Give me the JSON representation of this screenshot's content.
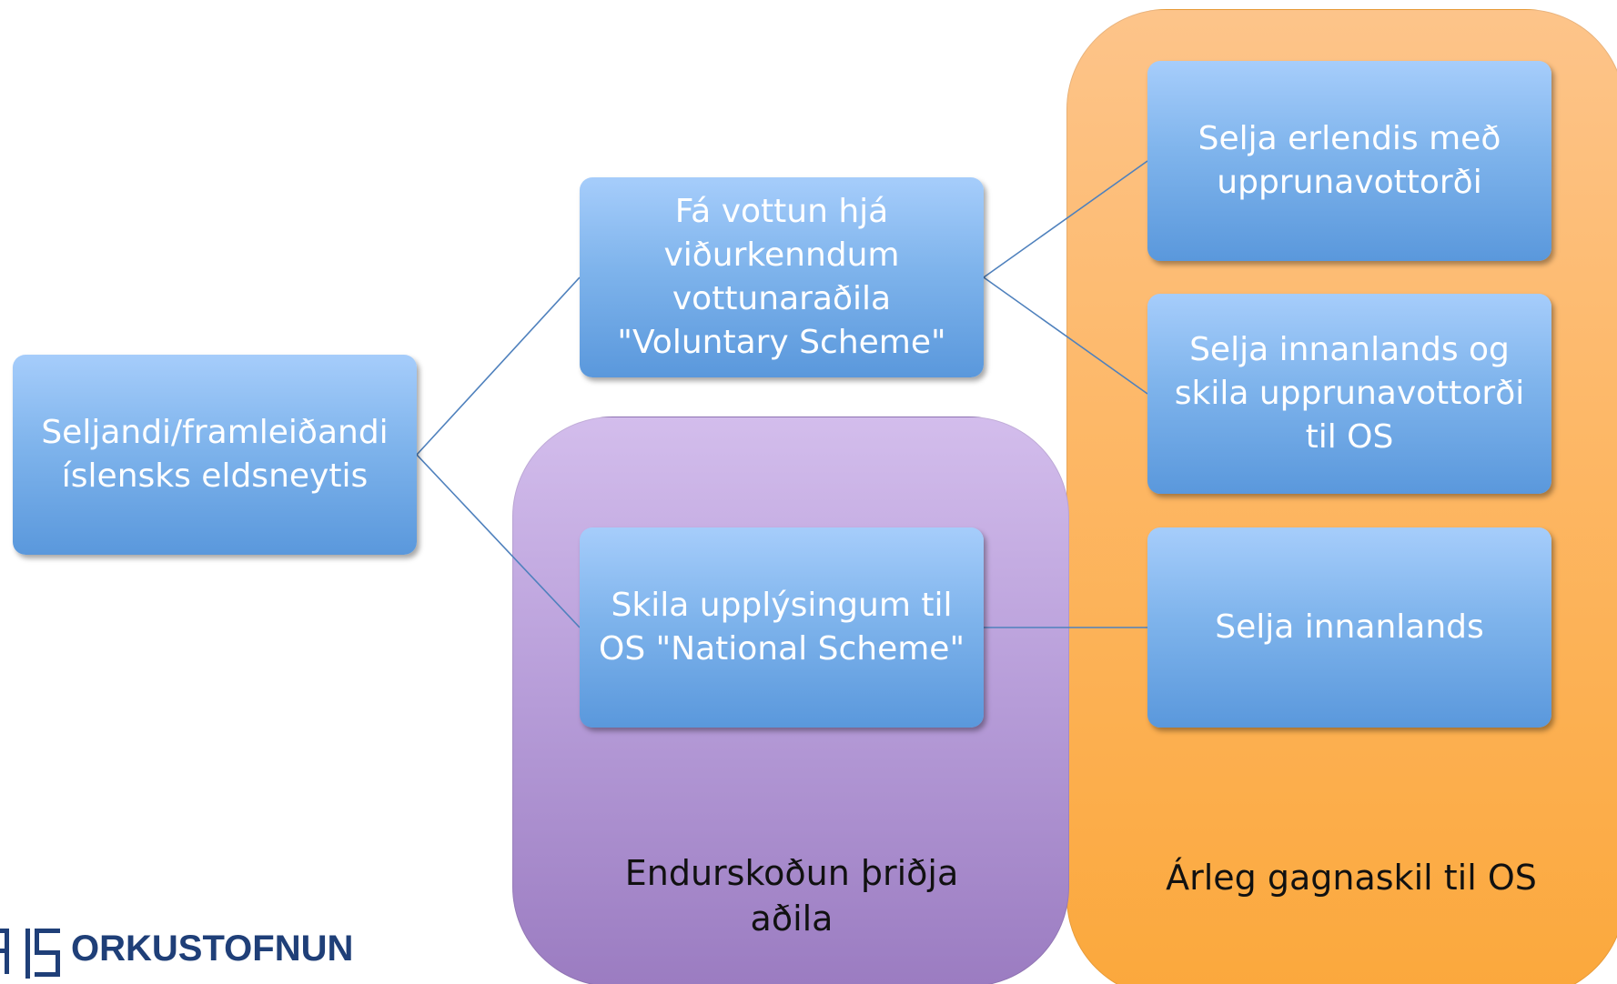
{
  "diagram": {
    "nodes": {
      "source": "Seljandi/framleiðandi\níslensks eldsneytis",
      "voluntary": "Fá vottun hjá\nviðurkenndum\nvottunaraðila\n\"Voluntary Scheme\"",
      "national": "Skila upplýsingum til\nOS \"National Scheme\"",
      "sell_abroad": "Selja erlendis með\nupprunavottorði",
      "sell_domestic_return": "Selja innanlands og\nskila upprunavottorði\ntil OS",
      "sell_domestic": "Selja innanlands"
    },
    "regions": {
      "purple_label": "Endurskoðun þriðja\naðila",
      "orange_label": "Árleg gagnaskil til OS"
    },
    "colors": {
      "node_fill": "#7fb4ec",
      "purple_region": "#b69cd8",
      "orange_region": "#fdb765",
      "connector": "#4f81bd",
      "logo": "#1f3f78"
    }
  },
  "logo": {
    "name": "ORKUSTOFNUN"
  }
}
